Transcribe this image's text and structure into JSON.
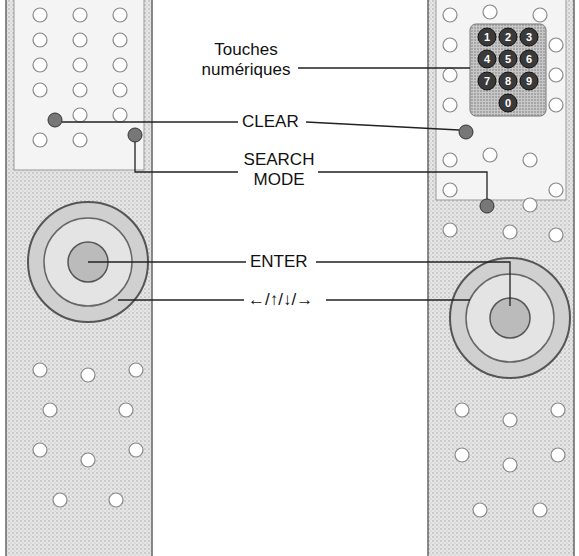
{
  "diagram": {
    "labels": [
      "Touches numériques",
      "CLEAR",
      "SEARCH MODE",
      "ENTER",
      "←/↑/↓/→",
      "1",
      "2",
      "3",
      "4",
      "5",
      "6",
      "7",
      "8",
      "9",
      "0"
    ]
  }
}
